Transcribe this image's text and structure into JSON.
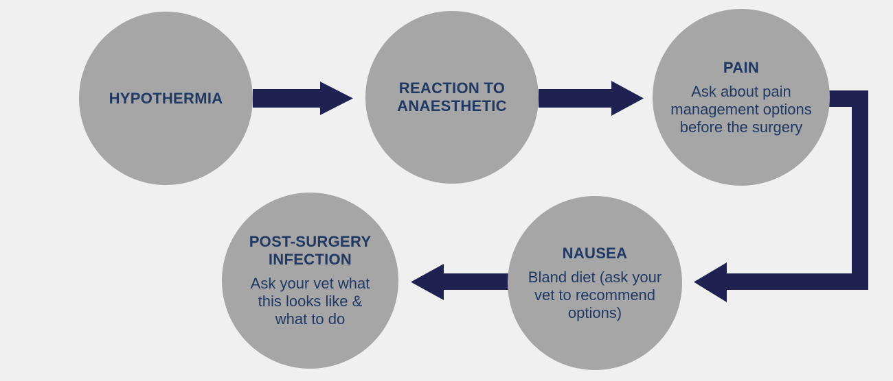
{
  "diagram": {
    "colors": {
      "background": "#f0f0f1",
      "circle": "#a6a6a6",
      "text": "#1f3864",
      "arrow": "#1f2251"
    },
    "steps": [
      {
        "id": "hypothermia",
        "title": "HYPOTHERMIA",
        "body": ""
      },
      {
        "id": "reaction",
        "title": "REACTION TO\nANAESTHETIC",
        "body": ""
      },
      {
        "id": "pain",
        "title": "PAIN",
        "body": "Ask about pain\nmanagement options\nbefore the surgery"
      },
      {
        "id": "nausea",
        "title": "NAUSEA",
        "body": "Bland diet (ask your\nvet to recommend\noptions)"
      },
      {
        "id": "infection",
        "title": "POST-SURGERY\nINFECTION",
        "body": "Ask your vet what\nthis looks like &\nwhat to do"
      }
    ],
    "connectors": [
      {
        "from": "hypothermia",
        "to": "reaction",
        "shape": "right-arrow"
      },
      {
        "from": "reaction",
        "to": "pain",
        "shape": "right-arrow"
      },
      {
        "from": "pain",
        "to": "nausea",
        "shape": "elbow-down-left-arrow"
      },
      {
        "from": "nausea",
        "to": "infection",
        "shape": "left-arrow"
      }
    ]
  }
}
